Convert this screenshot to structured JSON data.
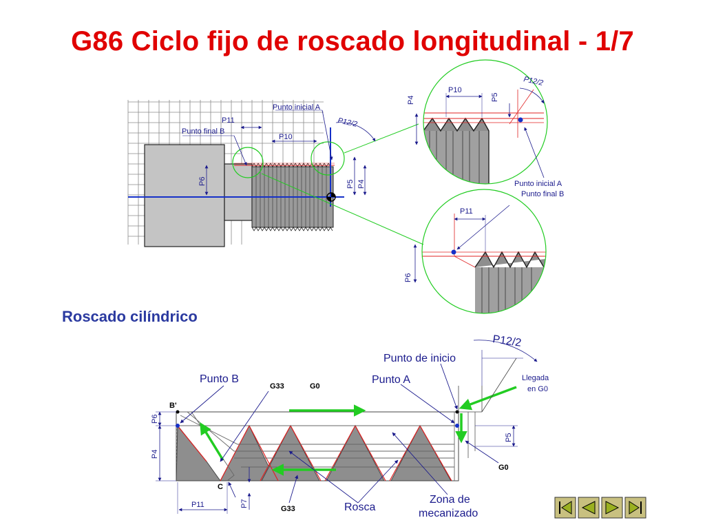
{
  "title": "G86 Ciclo fijo de roscado longitudinal - 1/7",
  "subtitle": "Roscado cilíndrico",
  "colors": {
    "title": "#e00000",
    "accent": "#2b3aa0",
    "circle": "#22cc22",
    "arrow": "#22cc22",
    "thread_gray": "#999999"
  },
  "top_diagram": {
    "labels": {
      "punto_inicial_a": "Punto inicial A",
      "punto_final_b": "Punto final B",
      "p11": "P11",
      "p10": "P10",
      "p12_2": "P12/2",
      "p6": "P6",
      "p5": "P5",
      "p4": "P4"
    }
  },
  "zoom_top": {
    "labels": {
      "p10": "P10",
      "p5": "P5",
      "p4": "P4",
      "p12_2": "P12/2",
      "punto_inicial_a": "Punto inicial A",
      "punto_final_b": "Punto final B"
    }
  },
  "zoom_bottom": {
    "labels": {
      "p11": "P11",
      "p6": "P6"
    }
  },
  "bottom_diagram": {
    "labels": {
      "p12_2": "P12/2",
      "punto_de_inicio": "Punto de inicio",
      "punto_b": "Punto B",
      "punto_a": "Punto A",
      "g33_top": "G33",
      "g0_top": "G0",
      "llegada_line1": "Llegada",
      "llegada_line2": "en G0",
      "b_prime": "B'",
      "p6": "P6",
      "p4": "P4",
      "p5": "P5",
      "g0_right": "G0",
      "c": "C",
      "p11": "P11",
      "p7": "P7",
      "g33_bottom": "G33",
      "rosca": "Rosca",
      "zona_line1": "Zona de",
      "zona_line2": "mecanizado"
    }
  },
  "nav": {
    "first": "first-icon",
    "prev": "previous-icon",
    "next": "next-icon",
    "last": "last-icon"
  }
}
